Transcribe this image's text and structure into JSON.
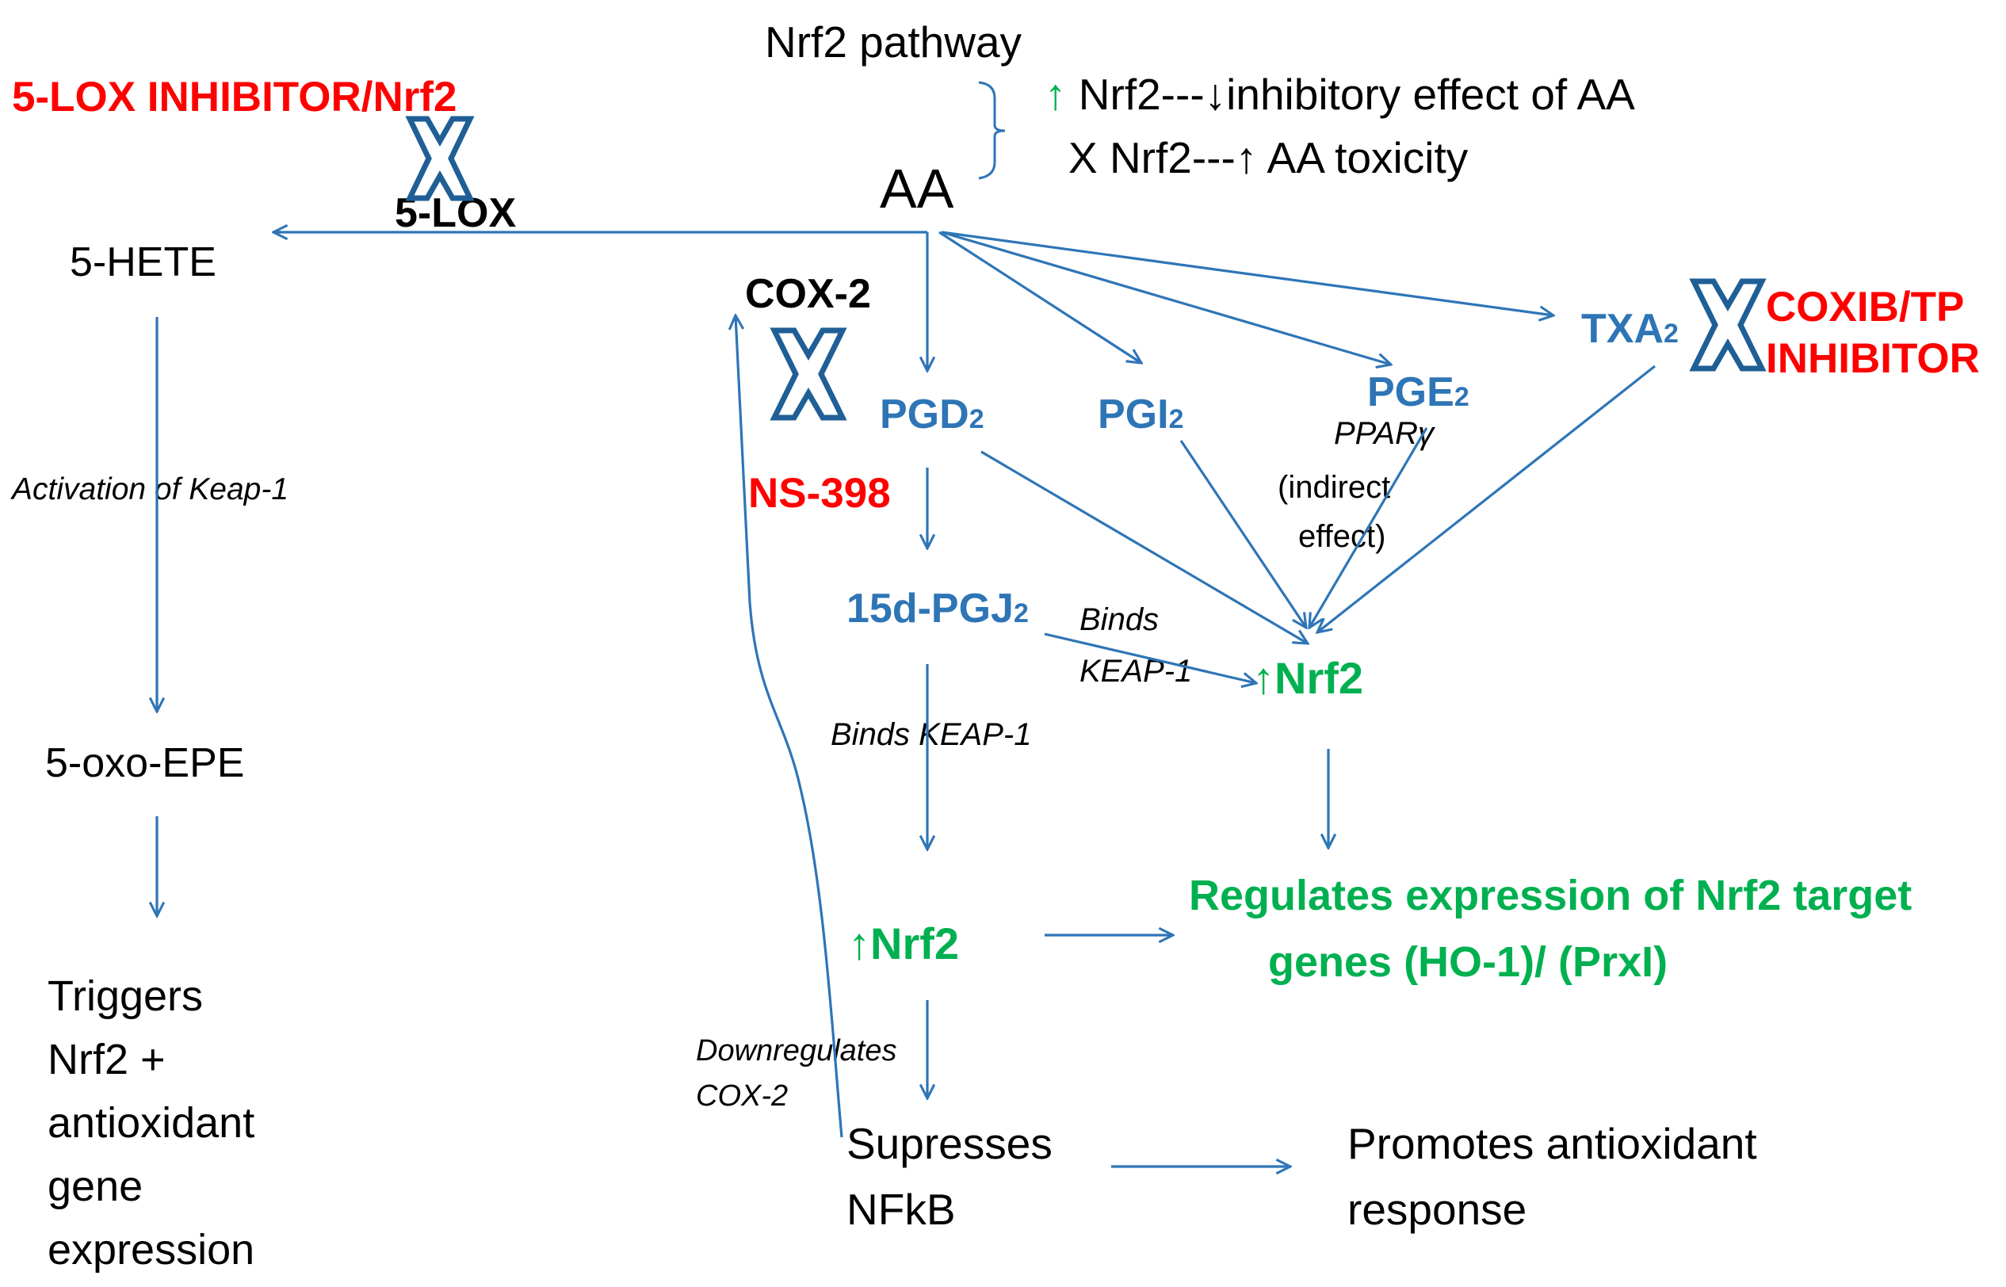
{
  "header": {
    "pathway_title": "Nrf2 pathway",
    "line1_arrow": "↑",
    "line1_text": " Nrf2---↓inhibitory effect of AA",
    "line2_text": "X Nrf2---↑ AA toxicity"
  },
  "nodes": {
    "aa": "AA",
    "hete": "5-HETE",
    "oxo_epe": "5-oxo-EPE",
    "pgd2": "PGD",
    "pgi2": "PGI",
    "pge2": "PGE",
    "txa2": "TXA",
    "pgj2": "15d-PGJ",
    "subscript": "2",
    "nrf2_arrow": "↑",
    "nrf2": "Nrf2",
    "suppresses_nfkb": [
      "Supresses",
      "NFkB"
    ],
    "promotes_antioxidant": [
      "Promotes antioxidant",
      "response"
    ],
    "regulates_expression": [
      "Regulates expression of Nrf2 target",
      "genes (HO-1)/ (PrxI)"
    ],
    "triggers_nrf2": [
      "Triggers",
      "Nrf2 +",
      "antioxidant",
      "gene",
      "expression"
    ]
  },
  "enzymes": {
    "lox5": "5-LOX",
    "cox2": "COX-2"
  },
  "inhibitors": {
    "lox_inhibitor": "5-LOX INHIBITOR/Nrf2",
    "ns398": "NS-398",
    "coxib_tp": [
      "COXIB/TP",
      "INHIBITOR"
    ]
  },
  "edge_labels": {
    "activation_keap1": "Activation of Keap-1",
    "binds_keap1_right": [
      "Binds",
      "KEAP-1"
    ],
    "binds_keap1_down": "Binds KEAP-1",
    "ppar_indirect": [
      "PPARγ",
      "(indirect",
      "effect)"
    ],
    "downregulates_cox2": [
      "Downregulates",
      "COX-2"
    ]
  },
  "colors": {
    "arrow_blue": "#2e75b6",
    "inhibitor_red": "#ff0000",
    "nrf2_green": "#00b050",
    "cross_outline": "#1f5f95"
  }
}
